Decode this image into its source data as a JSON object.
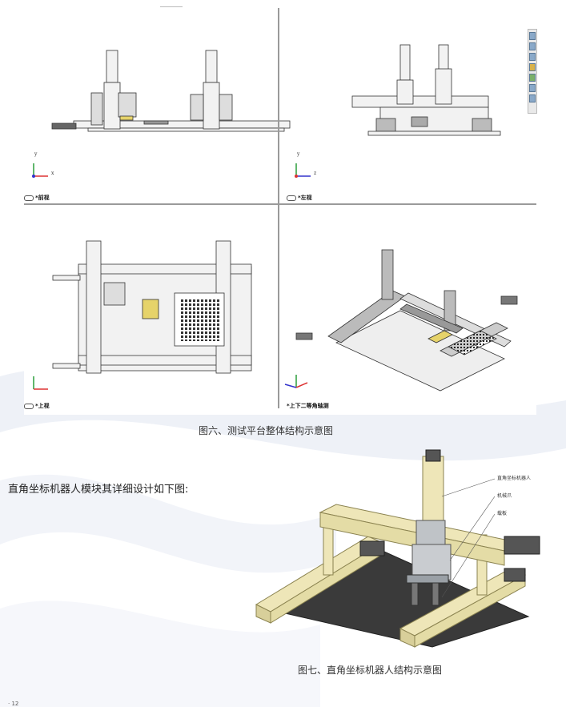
{
  "views": {
    "front": {
      "label": "*前视"
    },
    "left": {
      "label": "*左视"
    },
    "top": {
      "label": "*上视"
    },
    "iso": {
      "label": "*上下二等角轴测"
    }
  },
  "axes": {
    "x": "x",
    "y": "y",
    "z": "z"
  },
  "figure6": {
    "caption": "图六、测试平台整体结构示意图"
  },
  "intro": {
    "text": "直角坐标机器人模块其详细设计如下图:"
  },
  "figure7": {
    "caption": "图七、直角坐标机器人结构示意图",
    "callouts": [
      "直角坐标机器人",
      "机械爪",
      "载板"
    ]
  },
  "page": {
    "mark": "· 12"
  },
  "colors": {
    "frame": "#eee6b8",
    "frame_edge": "#8b8350",
    "plate": "#3a3a3a",
    "motor": "#555555"
  }
}
